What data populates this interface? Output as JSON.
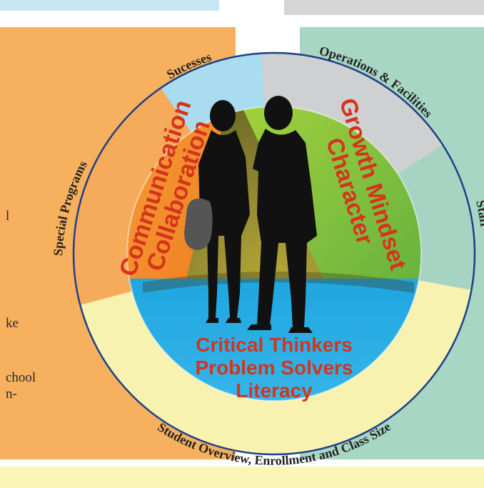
{
  "colors": {
    "sky": "#c6e6f1",
    "gray": "#d5d5d5",
    "orange_panel": "#f7b05d",
    "teal_panel": "#a8d6c4",
    "yellow_panel": "#fbf5b8",
    "successes": "#a9dcef",
    "operations": "#cfd0d1",
    "staff": "#a7d4c2",
    "student": "#f8f2b0",
    "special": "#f5ab59",
    "core_orange": "#f28a25",
    "core_green": "#8bc53f",
    "core_blue": "#1ba9df",
    "core_olive": "#8c8a2c",
    "ring_border": "#1f3f87"
  },
  "ring": {
    "successes": "Sucesses",
    "operations": "Operations & Facilities",
    "staff": "Staff",
    "student": "Student Overview, Enrollment and Class Size",
    "special": "Special Programs"
  },
  "core": {
    "left_line1": "Communication",
    "left_line2": "Collaboration",
    "right_line1": "Growth Mindset",
    "right_line2": "Character",
    "bottom_line1": "Critical Thinkers",
    "bottom_line2": "Problem Solvers",
    "bottom_line3": "Literacy"
  },
  "fragments": {
    "a": "l",
    "b": "ke",
    "c": "chool",
    "d": "n-"
  },
  "icons": {
    "figures": "students-silhouette-icon",
    "backpack": "backpack-icon"
  }
}
